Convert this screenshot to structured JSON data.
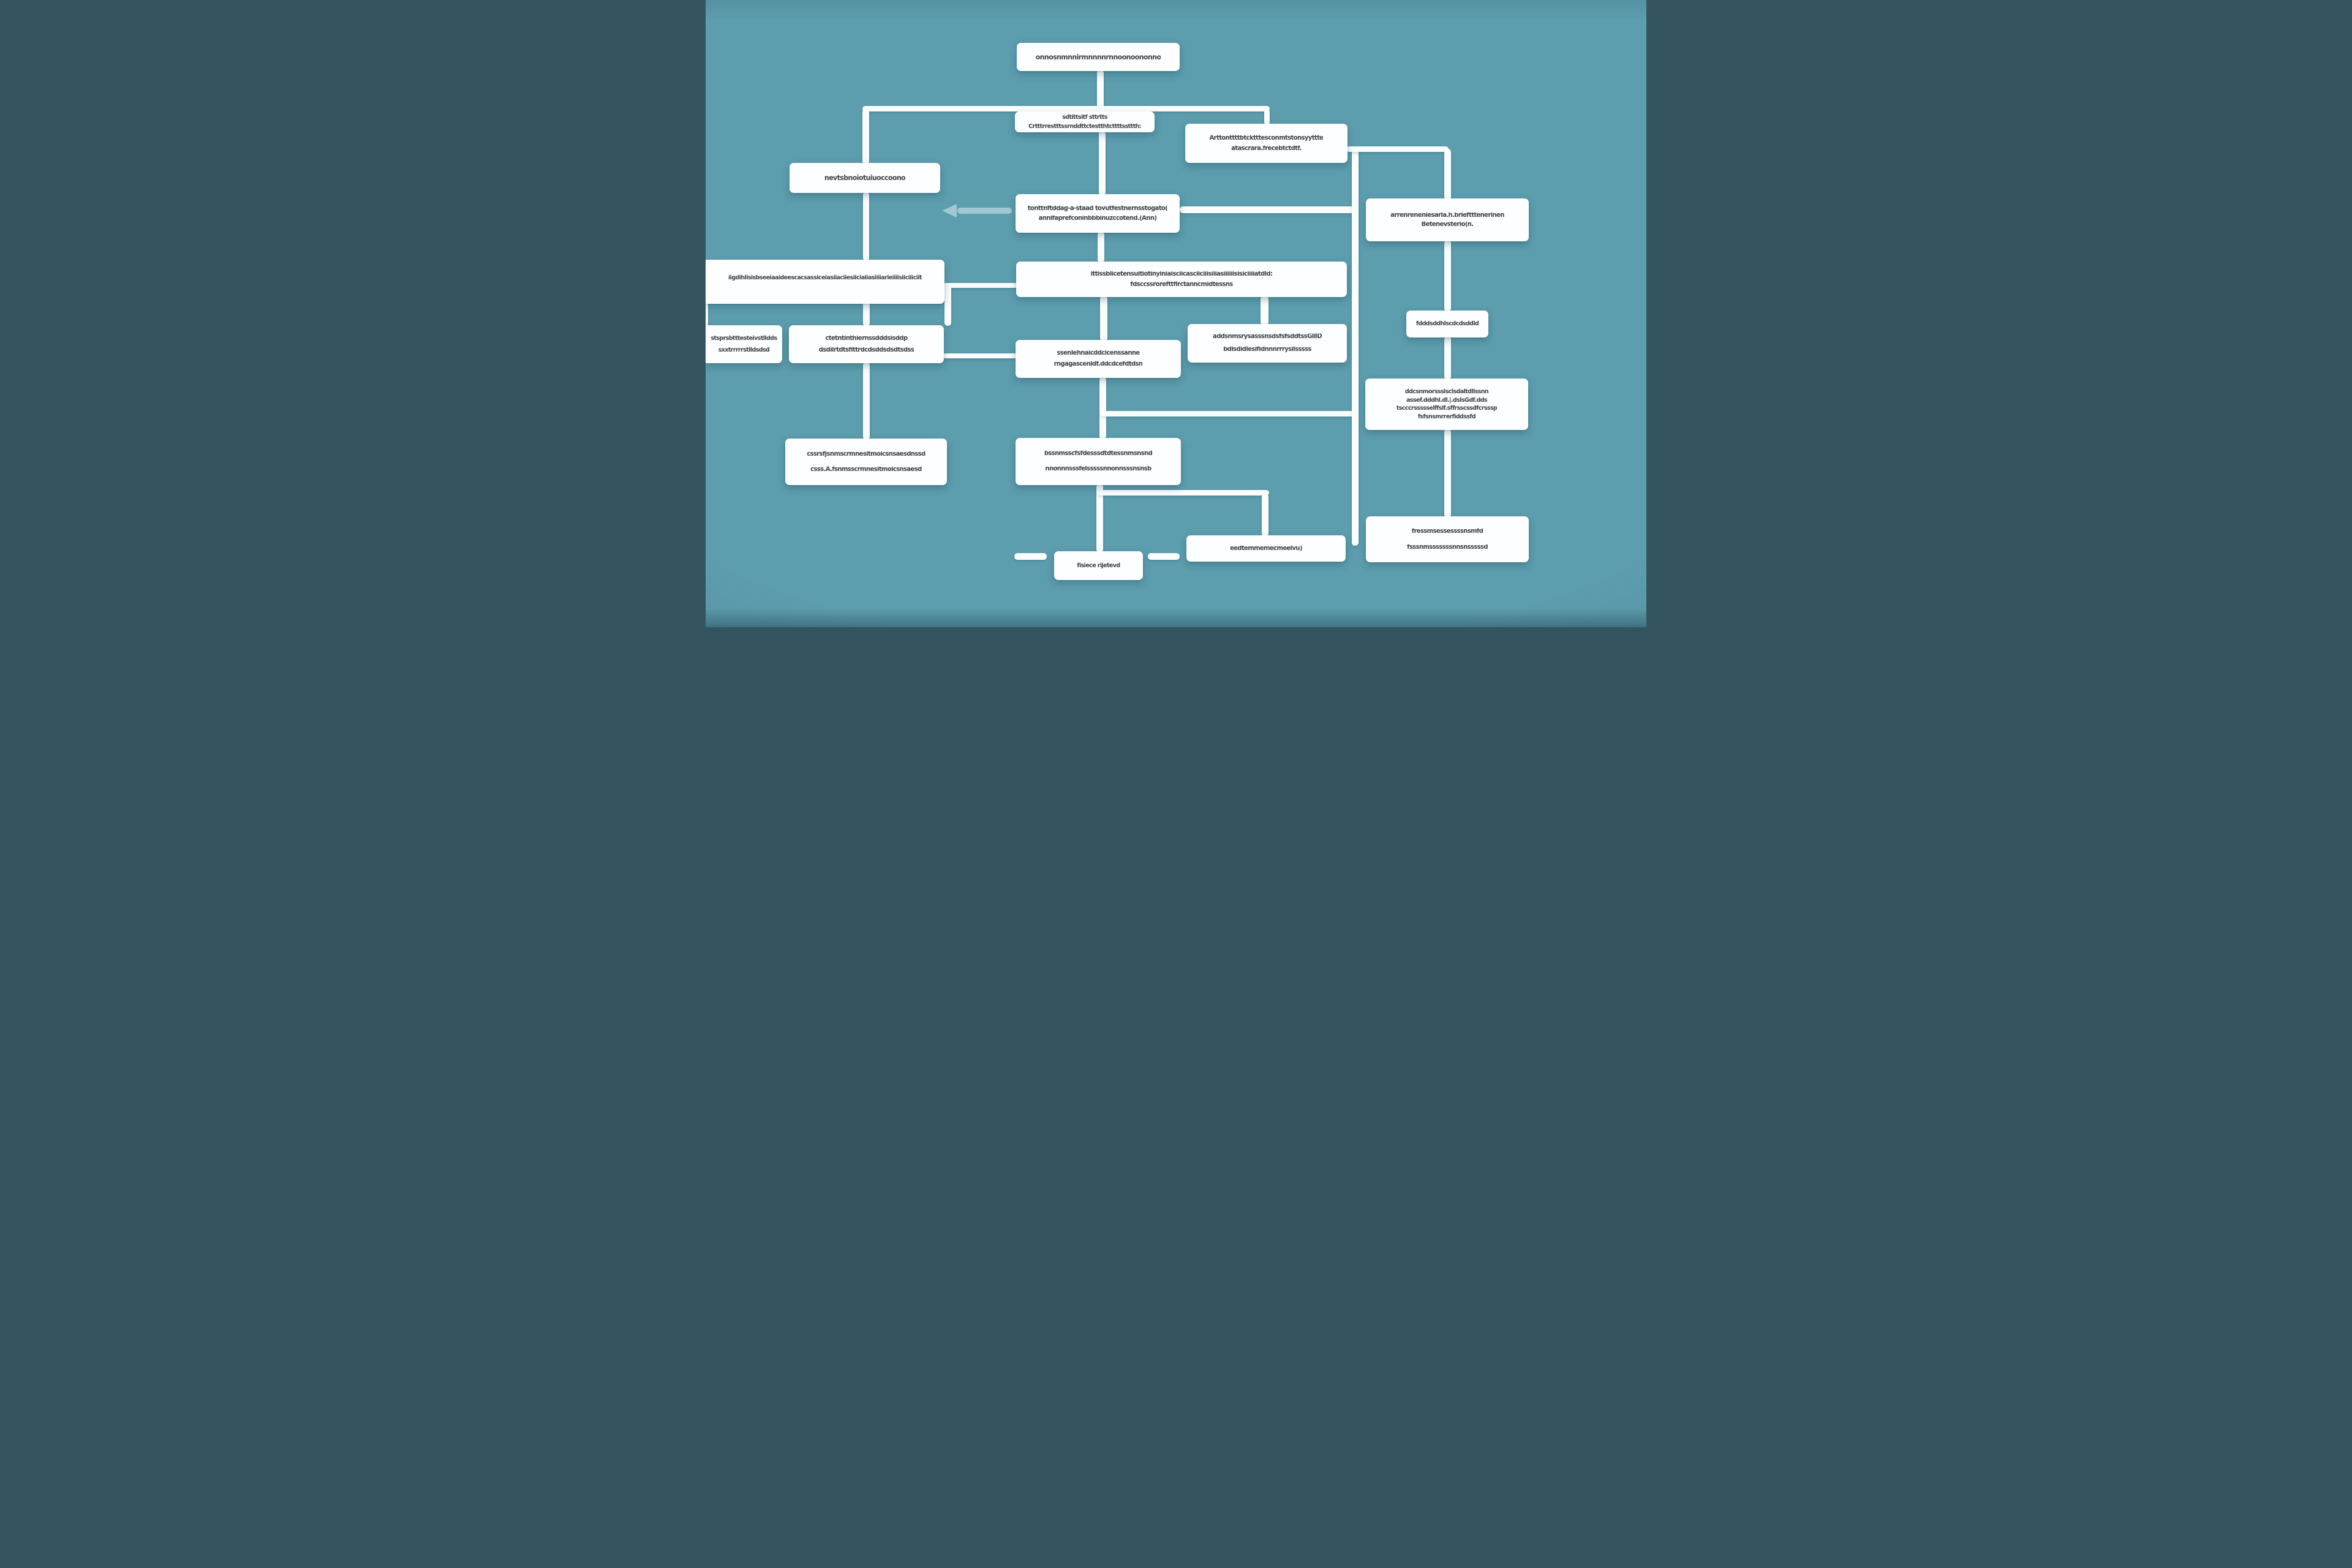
{
  "canvas": {
    "background_color": "#5c9dae",
    "box_color": "#fcfeff",
    "line_color": "#fbfdfd",
    "text_color": "#3e4548",
    "arrow_color": "#a8cdd7"
  },
  "nodes": {
    "a": {
      "lines": [
        "onnosnmnnirmnnnnrnnoonoononno"
      ]
    },
    "b": {
      "lines": [
        "sdtittsitf sttrtts",
        "Crtttrrestttssrnddttctestthtcttttssttth:"
      ]
    },
    "c": {
      "lines": [
        "Arttonttttbtcktttesconmtstonsyyttte",
        "atascrara.frecebtctdtf."
      ]
    },
    "d": {
      "lines": [
        "nevtsbnoiotuiuoccoono"
      ]
    },
    "e": {
      "lines": [
        "tonttnftddag-a-staad tovutfestnernsstogato(",
        "annifaprefconinbbbinuzccotend.(Ann)"
      ]
    },
    "f": {
      "lines": [
        "arrenreneniesarla.h.brieftttenerinen",
        "Betenevsterio(n."
      ]
    },
    "g": {
      "lines": [
        "iigdihlisisbseeiaaideescacsassiceiasiiaciiesiiciaiiasiiiiarieiiiisiiciiiciit"
      ]
    },
    "h": {
      "lines": [
        "ittissblicetensuitiotinyiniaisciicasciiciiisiiiasiiiiiisisiciiiiatdld:",
        "fdsccssrorefttflrctanncmidtessns"
      ]
    },
    "i": {
      "lines": [
        "stsprsbtttesteivstlldds",
        "sxxtrrrrrstlldsdsd"
      ]
    },
    "j": {
      "lines": [
        "ctetntinthiernssdddsisddp",
        "dsdilrtdtsfittrdcdsddsdsdtsdss"
      ]
    },
    "k": {
      "lines": [
        "ssenlehnaicddcicenssanne",
        "rngagascenldf.ddcdcefdtdsn"
      ]
    },
    "l": {
      "lines": [
        "addsnmsrysasssnsdsfsfsddtssGlllD",
        "bdlsdidlesifidnnnrrrysilsssss"
      ]
    },
    "m": {
      "lines": [
        "fdddsddhlscdcdsddld"
      ]
    },
    "n": {
      "lines": [
        "ddcsnmorssslsclsdaltdllssnn",
        "assef.dddhl.dl.|.dslsGdf.dds",
        "tscccrssssselffslf.sffrsscssdfcrsssp",
        "fsfsnsmrrerfiddssfd"
      ]
    },
    "o": {
      "lines": [
        "cssrsfjsnmscrmnesitmoicsnsaesdnssd",
        "csss.A.fsnmsscrmnesitmoicsnsaesd"
      ]
    },
    "p": {
      "lines": [
        "bssnmsscfsfdesssdtdtessnmsnsnd",
        "nnonnnsssfelsssssnnonnsssnsnsb"
      ]
    },
    "q": {
      "lines": [
        "eedtemmemecmeelvu)"
      ]
    },
    "r": {
      "lines": [
        "fisiece rijetevd"
      ]
    },
    "s": {
      "lines": [
        "fressmsessessssnsmfd",
        "fsssnmsssssssnnsnsssssd"
      ]
    }
  },
  "arrow": {
    "direction": "left"
  }
}
